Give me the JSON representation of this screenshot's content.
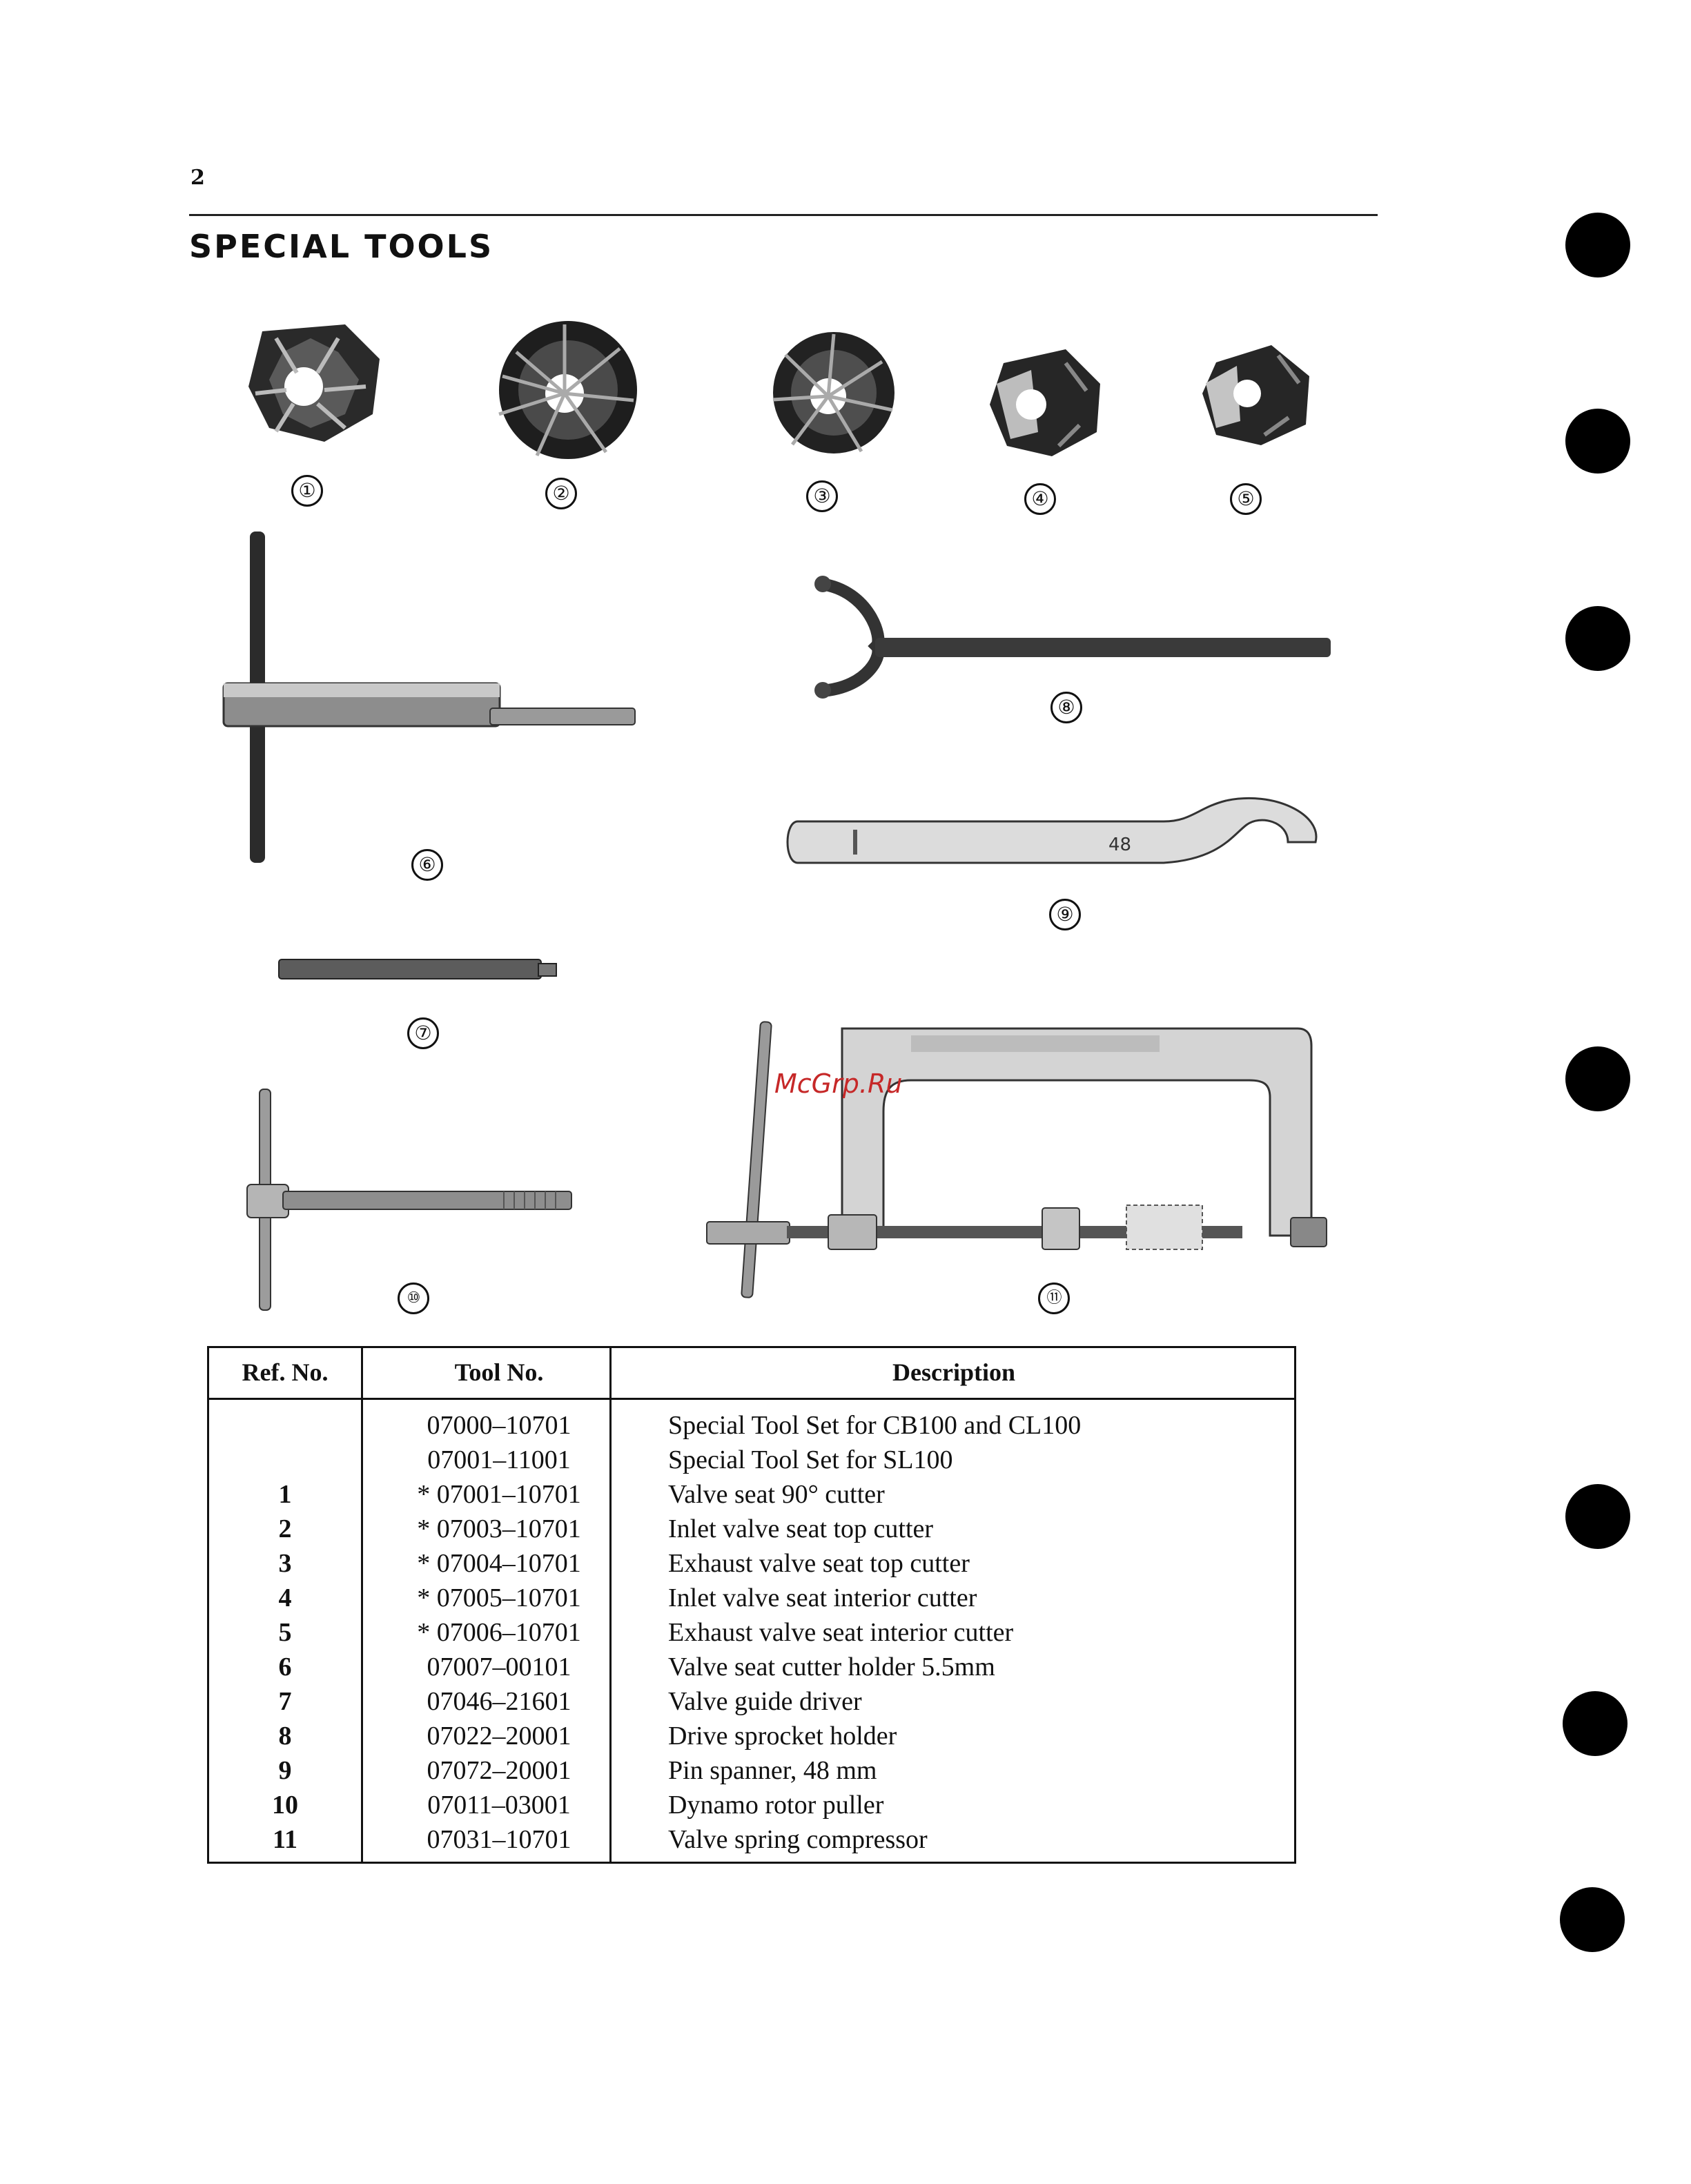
{
  "page": {
    "number": "2",
    "title": "SPECIAL TOOLS",
    "watermark": "McGrp.Ru"
  },
  "callouts": [
    "①",
    "②",
    "③",
    "④",
    "⑤",
    "⑥",
    "⑦",
    "⑧",
    "⑨",
    "⑩",
    "⑪"
  ],
  "tool_markings": {
    "spanner_size": "48"
  },
  "table": {
    "headers": {
      "ref": "Ref. No.",
      "tool": "Tool No.",
      "desc": "Description"
    },
    "rows": [
      {
        "ref": "",
        "tool": "07000–10701",
        "desc": "Special Tool Set for CB100 and CL100"
      },
      {
        "ref": "",
        "tool": "07001–11001",
        "desc": "Special Tool Set for SL100"
      },
      {
        "ref": "1",
        "tool": "* 07001–10701",
        "desc": "Valve seat 90° cutter"
      },
      {
        "ref": "2",
        "tool": "* 07003–10701",
        "desc": "Inlet valve seat top cutter"
      },
      {
        "ref": "3",
        "tool": "* 07004–10701",
        "desc": "Exhaust valve seat top cutter"
      },
      {
        "ref": "4",
        "tool": "* 07005–10701",
        "desc": "Inlet valve seat interior cutter"
      },
      {
        "ref": "5",
        "tool": "* 07006–10701",
        "desc": "Exhaust valve seat interior cutter"
      },
      {
        "ref": "6",
        "tool": "07007–00101",
        "desc": "Valve seat cutter holder 5.5mm"
      },
      {
        "ref": "7",
        "tool": "07046–21601",
        "desc": "Valve guide driver"
      },
      {
        "ref": "8",
        "tool": "07022–20001",
        "desc": "Drive sprocket holder"
      },
      {
        "ref": "9",
        "tool": "07072–20001",
        "desc": "Pin spanner, 48 mm"
      },
      {
        "ref": "10",
        "tool": "07011–03001",
        "desc": "Dynamo rotor puller"
      },
      {
        "ref": "11",
        "tool": "07031–10701",
        "desc": "Valve spring compressor"
      }
    ]
  }
}
